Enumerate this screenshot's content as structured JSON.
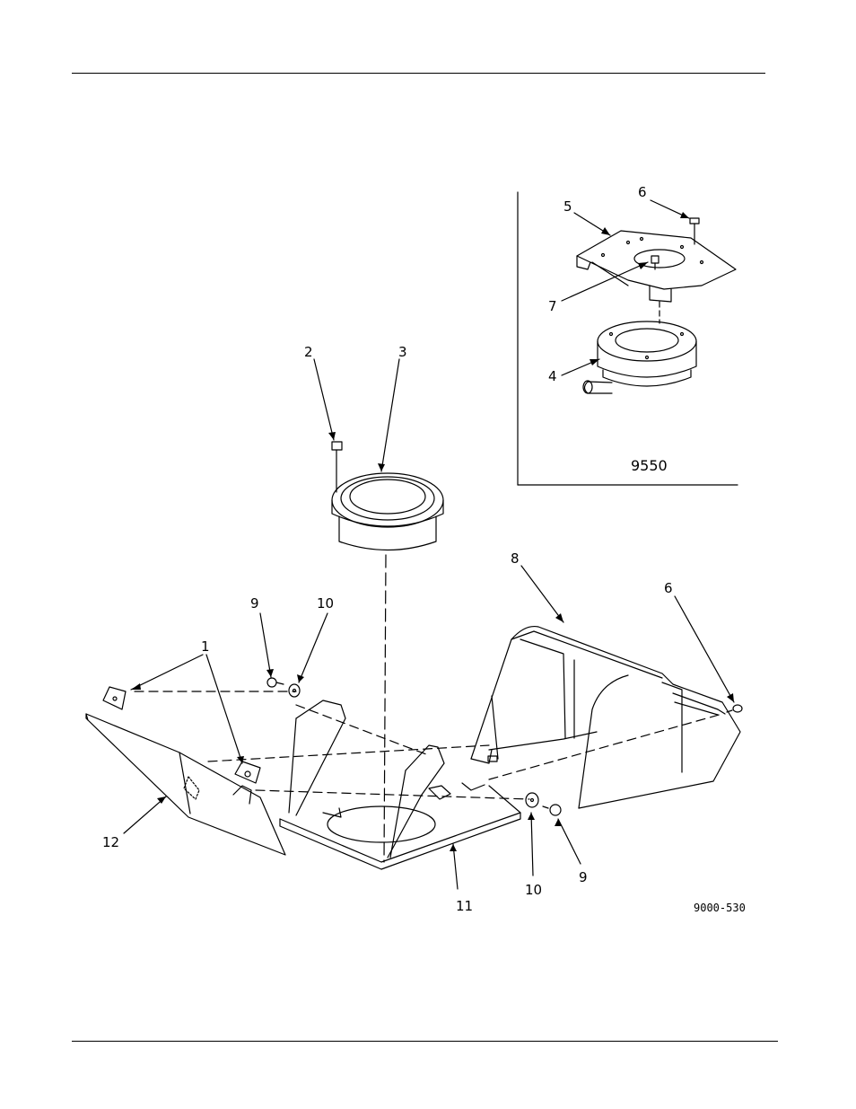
{
  "callouts": {
    "c1": "1",
    "c2": "2",
    "c3": "3",
    "c4": "4",
    "c5": "5",
    "c6_inset": "6",
    "c6_main": "6",
    "c7": "7",
    "c8": "8",
    "c9_left": "9",
    "c9_right": "9",
    "c10_left": "10",
    "c10_right": "10",
    "c11": "11",
    "c12": "12"
  },
  "inset_label": "9550",
  "figure_code": "9000-530"
}
